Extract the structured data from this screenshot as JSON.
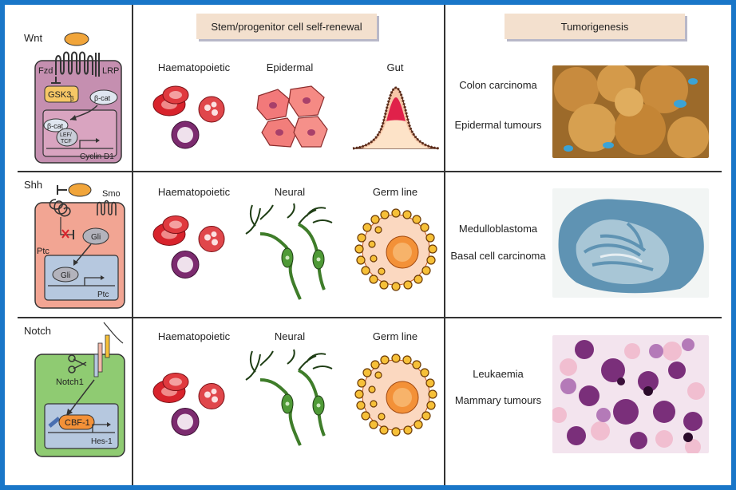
{
  "headers": {
    "self_renewal": "Stem/progenitor cell self-renewal",
    "tumorigenesis": "Tumorigenesis"
  },
  "rows": [
    {
      "pathway": "Wnt",
      "diagram_labels": {
        "fzd": "Fzd",
        "lrp": "LRP",
        "gsk": "GSK3",
        "gsk_sub": "β",
        "bcat1": "β-cat",
        "bcat2": "β-cat",
        "lef": "LEF/",
        "tcf": "TCF",
        "gene": "Cyclin D1"
      },
      "cells": [
        "Haematopoietic",
        "Epidermal",
        "Gut"
      ],
      "tumours": [
        "Colon carcinoma",
        "Epidermal tumours"
      ]
    },
    {
      "pathway": "Shh",
      "diagram_labels": {
        "smo": "Smo",
        "ptc": "Ptc",
        "gli1": "Gli",
        "gli2": "Gli",
        "gene": "Ptc"
      },
      "cells": [
        "Haematopoietic",
        "Neural",
        "Germ line"
      ],
      "tumours": [
        "Medulloblastoma",
        "Basal cell carcinoma"
      ]
    },
    {
      "pathway": "Notch",
      "diagram_labels": {
        "notch1": "Notch1",
        "cbf": "CBF-1",
        "gene": "Hes-1"
      },
      "cells": [
        "Haematopoietic",
        "Neural",
        "Germ line"
      ],
      "tumours": [
        "Leukaemia",
        "Mammary tumours"
      ]
    }
  ],
  "colors": {
    "border": "#1976c8",
    "wnt_panel": "#c58fb0",
    "shh_panel": "#f2a593",
    "notch_panel": "#8fcb72",
    "header_bg": "#f3e0ce"
  }
}
